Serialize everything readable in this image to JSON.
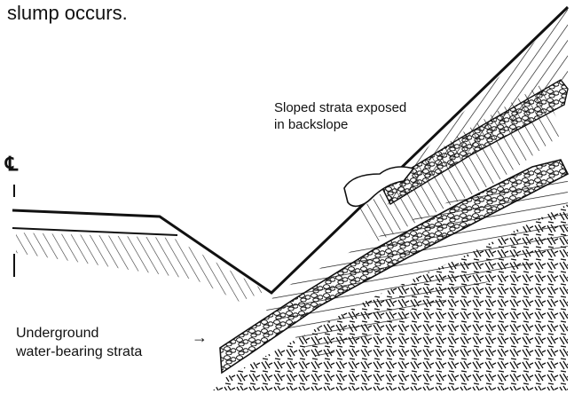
{
  "caption_fragment": "slump occurs.",
  "labels": {
    "backslope_line1": "Sloped strata exposed",
    "backslope_line2": "in backslope",
    "water_line1": "Underground",
    "water_line2": "water-bearing strata",
    "arrow": "→",
    "centerline": "℄"
  }
}
